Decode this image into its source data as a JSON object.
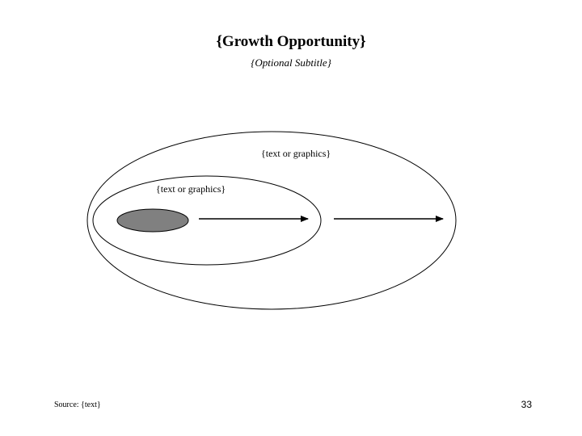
{
  "slide": {
    "title": "{Growth Opportunity}",
    "subtitle": "{Optional Subtitle}",
    "outer_label": "{text or graphics}",
    "inner_label": "{text or graphics}",
    "source": "Source: {text}",
    "page_number": "33"
  },
  "colors": {
    "line": "#000000",
    "core_fill": "#808080",
    "background": "#ffffff"
  }
}
